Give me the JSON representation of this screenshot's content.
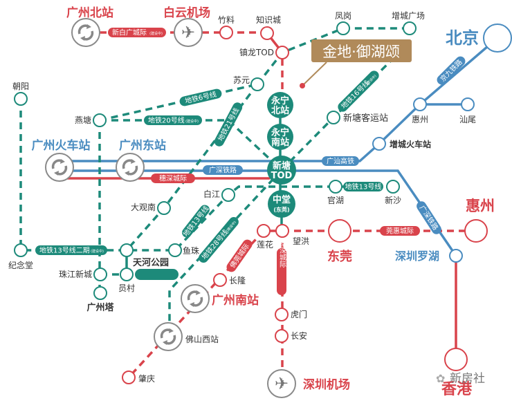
{
  "colors": {
    "red": "#d9434b",
    "teal": "#1d8a7a",
    "blue": "#4a8cc0",
    "gold": "#b08a5a",
    "gray": "#8a8a8a"
  },
  "project": {
    "name": "金地·御湖颂"
  },
  "watermark": "新房社",
  "stations": [
    {
      "id": "gzbz",
      "name": "广州北站"
    },
    {
      "id": "bygc",
      "name": "白云机场"
    },
    {
      "id": "zl",
      "name": "竹料"
    },
    {
      "id": "zsc",
      "name": "知识城"
    },
    {
      "id": "zltod",
      "name": "镇龙TOD"
    },
    {
      "id": "fg",
      "name": "凤岗"
    },
    {
      "id": "zcgc",
      "name": "增城广场"
    },
    {
      "id": "bj",
      "name": "北京"
    },
    {
      "id": "sy",
      "name": "苏元"
    },
    {
      "id": "cy",
      "name": "朝阳"
    },
    {
      "id": "yt",
      "name": "燕塘"
    },
    {
      "id": "gzhcz",
      "name": "广州火车站"
    },
    {
      "id": "gzdz",
      "name": "广州东站"
    },
    {
      "id": "xtkyz",
      "name": "新塘客运站"
    },
    {
      "id": "hzn",
      "name": "惠州"
    },
    {
      "id": "sw",
      "name": "汕尾"
    },
    {
      "id": "zchcz",
      "name": "增城火车站"
    },
    {
      "id": "bjg",
      "name": "白江"
    },
    {
      "id": "dgn",
      "name": "大观南"
    },
    {
      "id": "gh",
      "name": "官湖"
    },
    {
      "id": "xs",
      "name": "新沙"
    },
    {
      "id": "jnt",
      "name": "纪念堂"
    },
    {
      "id": "thgy",
      "name": "天河公园"
    },
    {
      "id": "yz",
      "name": "鱼珠"
    },
    {
      "id": "zjxc",
      "name": "珠江新城"
    },
    {
      "id": "yc",
      "name": "员村"
    },
    {
      "id": "gzt",
      "name": "广州塔"
    },
    {
      "id": "cl",
      "name": "长隆"
    },
    {
      "id": "gznz",
      "name": "广州南站"
    },
    {
      "id": "fsxz",
      "name": "佛山西站"
    },
    {
      "id": "zq",
      "name": "肇庆"
    },
    {
      "id": "lh",
      "name": "莲花"
    },
    {
      "id": "wh",
      "name": "望洪"
    },
    {
      "id": "dg",
      "name": "东莞"
    },
    {
      "id": "hzs",
      "name": "惠州"
    },
    {
      "id": "szlh",
      "name": "深圳罗湖"
    },
    {
      "id": "hm",
      "name": "虎门"
    },
    {
      "id": "ca",
      "name": "长安"
    },
    {
      "id": "szjc",
      "name": "深圳机场"
    },
    {
      "id": "xg",
      "name": "香港"
    }
  ],
  "hubs": [
    {
      "id": "ynbz",
      "lines": [
        "永宁",
        "北站"
      ]
    },
    {
      "id": "ynnz",
      "lines": [
        "永宁",
        "南站"
      ]
    },
    {
      "id": "xttod",
      "lines": [
        "新塘",
        "TOD"
      ]
    },
    {
      "id": "zt",
      "lines": [
        "中堂",
        "(东莞)"
      ]
    }
  ],
  "line_labels": [
    {
      "id": "xbg",
      "text": "新白广城际",
      "sub": "(建设中)"
    },
    {
      "id": "m6",
      "text": "地铁6号线"
    },
    {
      "id": "m20",
      "text": "地铁20号线",
      "sub": "(建设中)"
    },
    {
      "id": "m21",
      "text": "地铁21号线"
    },
    {
      "id": "gsr1",
      "text": "广深铁路"
    },
    {
      "id": "ssij1",
      "text": "穗深城际"
    },
    {
      "id": "gsgt",
      "text": "广汕高铁"
    },
    {
      "id": "m16",
      "text": "地铁16号线",
      "sub": "(建设中)"
    },
    {
      "id": "jj",
      "text": "京九铁路"
    },
    {
      "id": "m13e",
      "text": "地铁13号线"
    },
    {
      "id": "m13b",
      "text": "地铁13号线二期",
      "sub": "(建设中)"
    },
    {
      "id": "m13w",
      "text": "地铁13号线"
    },
    {
      "id": "m28",
      "text": "地铁28号线",
      "sub": "(建设中)"
    },
    {
      "id": "fgij",
      "text": "佛莞城际"
    },
    {
      "id": "ssij2",
      "text": "穗深城际"
    },
    {
      "id": "ghij",
      "text": "莞惠城际"
    },
    {
      "id": "gsr2",
      "text": "广深铁路"
    }
  ]
}
